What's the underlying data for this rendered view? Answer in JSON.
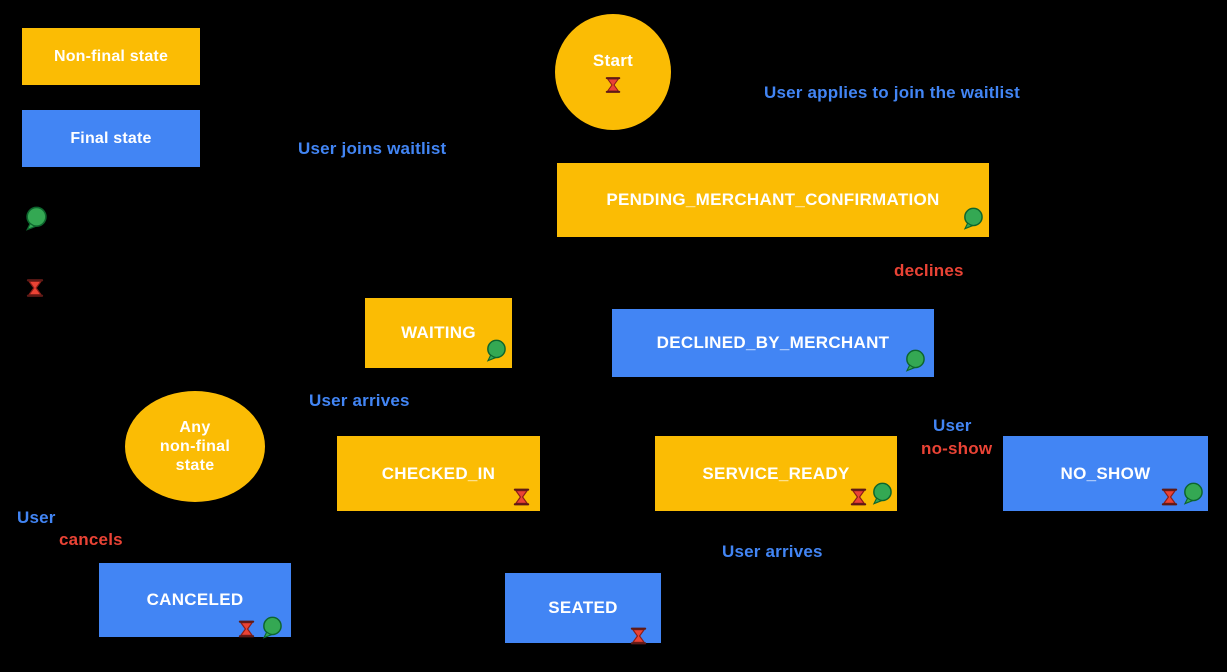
{
  "diagram": {
    "title_semantic": "Waitlist state machine diagram",
    "background": "#000000",
    "colors": {
      "non_final_state_fill": "#FBBC04",
      "final_state_fill": "#4285F4",
      "node_text": "#FFFFFF",
      "annotation_blue": "#4285F4",
      "annotation_red": "#EA4335",
      "chat_bubble_icon_green": "#34A853",
      "hourglass_icon_red": "#EA4335"
    },
    "icons": {
      "chat_bubble": "chat-bubble-icon",
      "hourglass": "hourglass-icon"
    }
  },
  "legend": {
    "non_final": "Non-final state",
    "final": "Final state"
  },
  "nodes": {
    "start": "Start",
    "pending_merchant_confirmation": "PENDING_MERCHANT_CONFIRMATION",
    "waiting": "WAITING",
    "declined_by_merchant": "DECLINED_BY_MERCHANT",
    "any_non_final": "Any\nnon-final\nstate",
    "checked_in": "CHECKED_IN",
    "service_ready": "SERVICE_READY",
    "no_show": "NO_SHOW",
    "canceled": "CANCELED",
    "seated": "SEATED"
  },
  "annotations": {
    "user_applies": "User applies to join the waitlist",
    "user_joins": "User joins waitlist",
    "declines": "declines",
    "user_arrives_checked_in": "User arrives",
    "user_noshow_word1": "User",
    "user_noshow_word2": "no-show",
    "user_cancels_word1": "User",
    "user_cancels_word2": "cancels",
    "user_arrives_seated": "User arrives"
  }
}
